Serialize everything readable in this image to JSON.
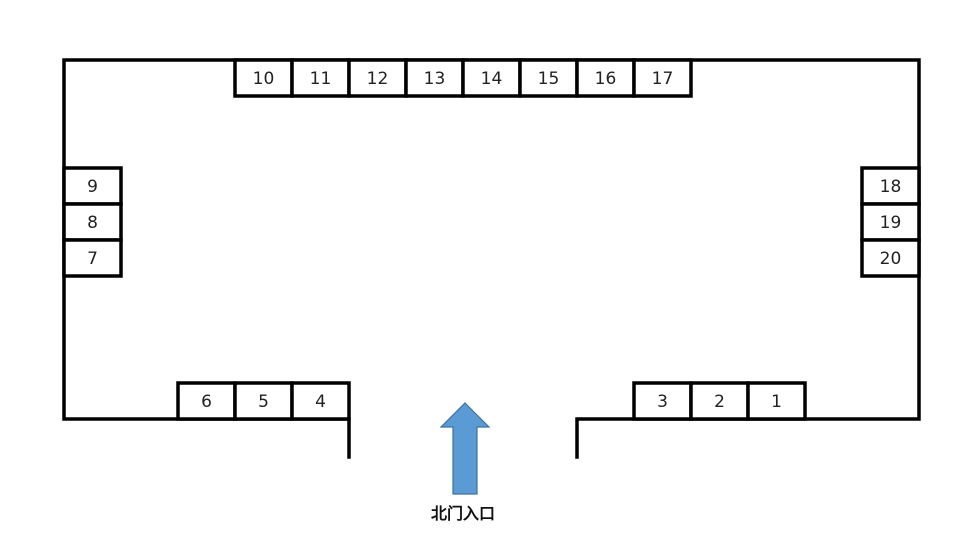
{
  "booths": {
    "top": [
      "10",
      "11",
      "12",
      "13",
      "14",
      "15",
      "16",
      "17"
    ],
    "left": [
      "9",
      "8",
      "7"
    ],
    "right": [
      "18",
      "19",
      "20"
    ],
    "bottom_left": [
      "6",
      "5",
      "4"
    ],
    "bottom_right": [
      "3",
      "2",
      "1"
    ]
  },
  "entrance": {
    "label": "北门入口",
    "arrow_color": "#5b9bd5",
    "arrow_stroke": "#41719c"
  }
}
